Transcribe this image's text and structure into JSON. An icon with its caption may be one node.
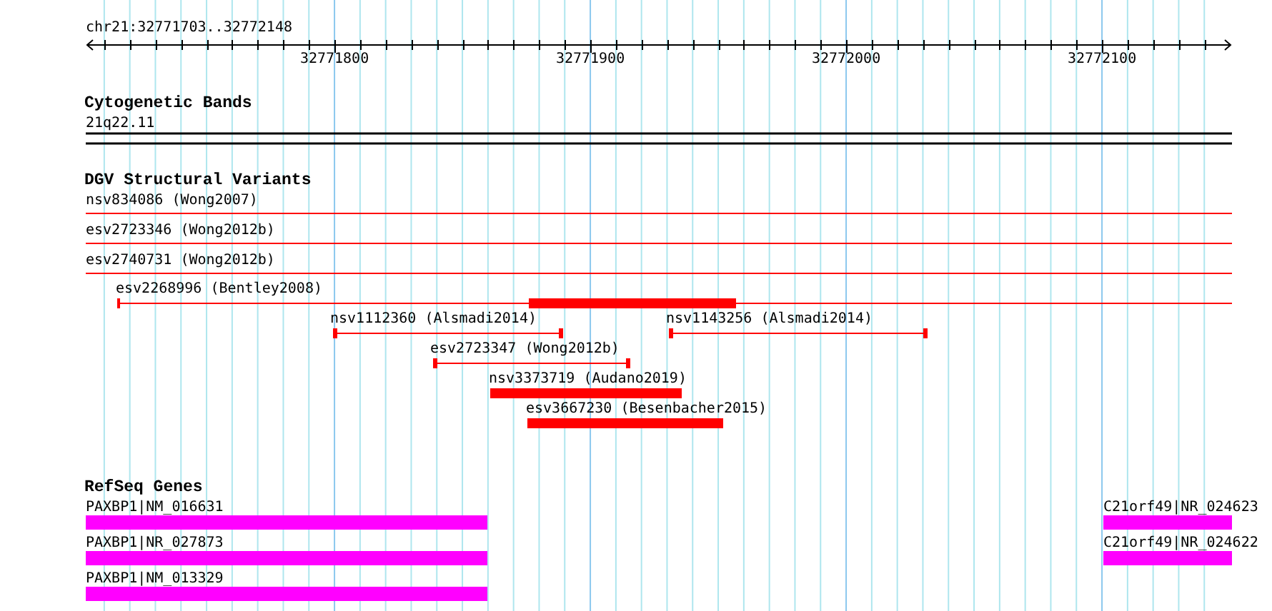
{
  "diagram": {
    "labels": [
      "chr21:32771703..32772148",
      "32771800",
      "32771900",
      "32772000",
      "32772100",
      "Cytogenetic Bands",
      "21q22.11",
      "DGV Structural Variants",
      "nsv834086 (Wong2007)",
      "esv2723346 (Wong2012b)",
      "esv2740731 (Wong2012b)",
      "esv2268996 (Bentley2008)",
      "nsv1112360 (Alsmadi2014)",
      "nsv1143256 (Alsmadi2014)",
      "esv2723347 (Wong2012b)",
      "nsv3373719 (Audano2019)",
      "esv3667230 (Besenbacher2015)",
      "RefSeq Genes",
      "PAXBP1|NM_016631",
      "C21orf49|NR_024623",
      "PAXBP1|NR_027873",
      "C21orf49|NR_024622",
      "PAXBP1|NM_013329"
    ]
  }
}
